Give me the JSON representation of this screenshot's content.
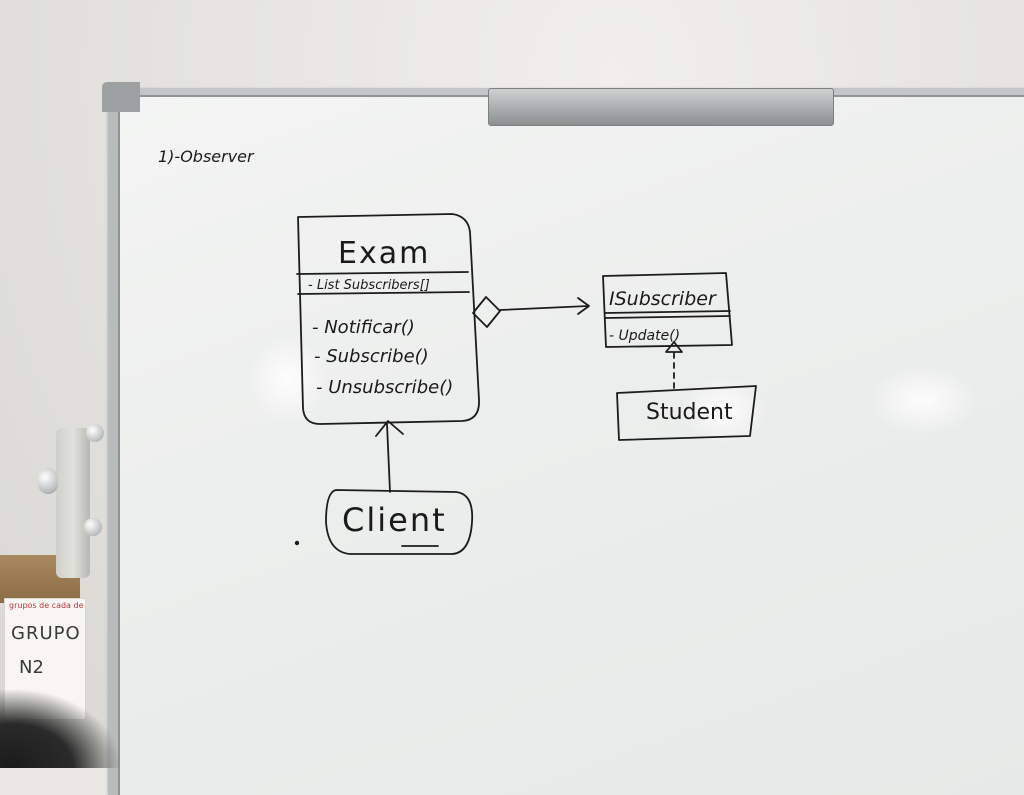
{
  "heading": "1)-Observer",
  "exam_class": {
    "name": "Exam",
    "attribute": "- List Subscribers[]",
    "methods": [
      "- Notificar()",
      "- Subscribe()",
      "- Unsubscribe()"
    ]
  },
  "subscriber_interface": {
    "name": "ISubscriber",
    "method": "- Update()"
  },
  "student_box": {
    "label": "Student"
  },
  "client_box": {
    "label": "Client"
  },
  "side_paper": {
    "caption": "grupos de cada de",
    "line1": "GRUPO",
    "line2": "N2"
  }
}
